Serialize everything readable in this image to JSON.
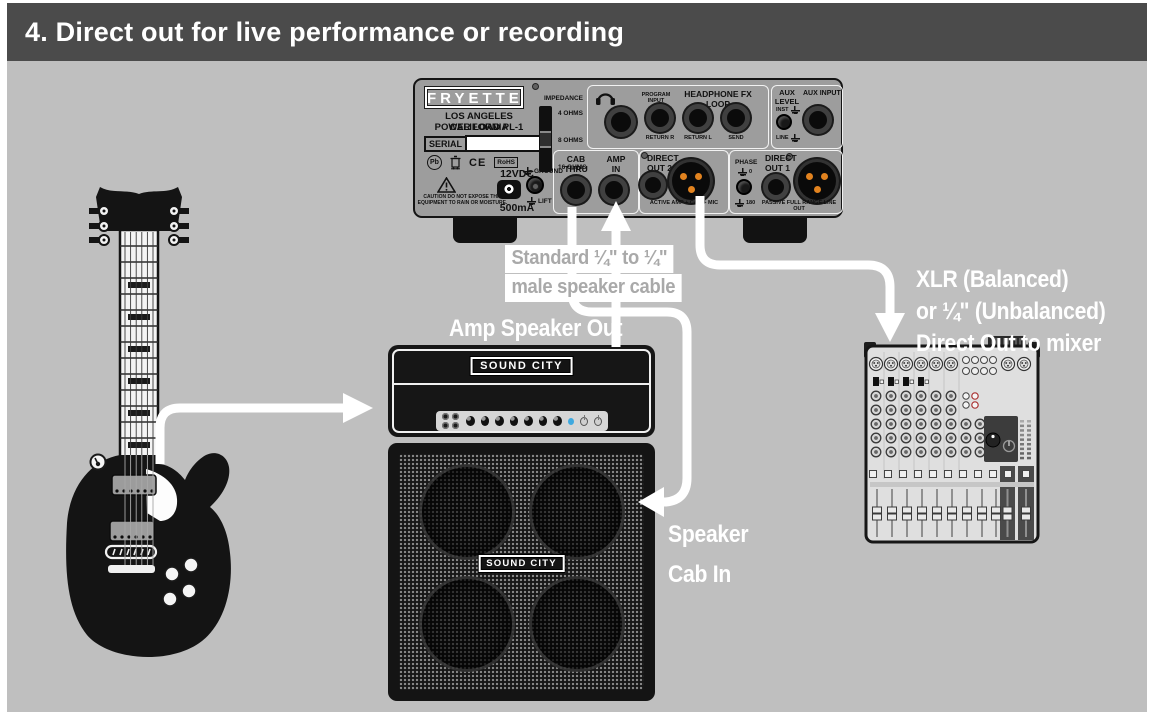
{
  "title": "4. Direct out for live performance or recording",
  "device_panel": {
    "brand": "FRYETTE",
    "line1": "LOS ANGELES CALIFORNIA",
    "line2": "POWER LOAD PL-1",
    "serial_label": "SERIAL",
    "badges": {
      "pb": "Pb",
      "ce": "CE",
      "rohs": "RoHS"
    },
    "caution": "CAUTION DO NOT EXPOSE THIS\nEQUIPMENT TO RAIN OR MOISTURE.",
    "voltage": "12VDC",
    "current": "500mA",
    "ground": "GROUND",
    "lift": "LIFT",
    "impedance": {
      "label": "IMPEDANCE",
      "options": [
        "4 OHMS",
        "8 OHMS",
        "16 OHMS"
      ]
    },
    "program_input": "PROGRAM\nINPUT",
    "fx_loop": {
      "label": "HEADPHONE FX LOOP",
      "jacks": [
        "RETURN R",
        "RETURN L",
        "SEND"
      ]
    },
    "aux": {
      "level_label": "AUX\nLEVEL",
      "inst": "INST",
      "line": "LINE",
      "input_label": "AUX INPUT"
    },
    "cab_thru": "CAB\nTHRU",
    "amp_in": "AMP\nIN",
    "direct_out_2": {
      "label": "DIRECT\nOUT 2",
      "caption": "ACTIVE AMP + CAB + MIC"
    },
    "phase": {
      "label": "PHASE",
      "pos0": "0",
      "pos180": "180"
    },
    "direct_out_1": {
      "label": "DIRECT\nOUT 1",
      "caption": "PASSIVE FULL RANGE LINE OUT"
    }
  },
  "annotations": {
    "speaker_cable_line1": "Standard ¼\" to ¼\"",
    "speaker_cable_line2": "male speaker cable",
    "amp_speaker_out": "Amp Speaker Out",
    "speaker_cab_in_line1": "Speaker",
    "speaker_cab_in_line2": "Cab In",
    "mixer_line1": "XLR (Balanced)",
    "mixer_line2": "or ¼\" (Unbalanced)",
    "mixer_line3": "Direct Out to mixer"
  },
  "amp_head": {
    "brand": "SOUND CITY"
  },
  "speaker_cab": {
    "brand": "SOUND CITY"
  },
  "colors": {
    "background_gray": "#bfbfbf",
    "titlebar_gray": "#4b4b4b",
    "panel_gray": "#9d9d9d",
    "cable_white": "#ffffff",
    "xlr_pin_orange": "#e2831f",
    "led_blue": "#3fa9df",
    "device_black": "#141414"
  }
}
